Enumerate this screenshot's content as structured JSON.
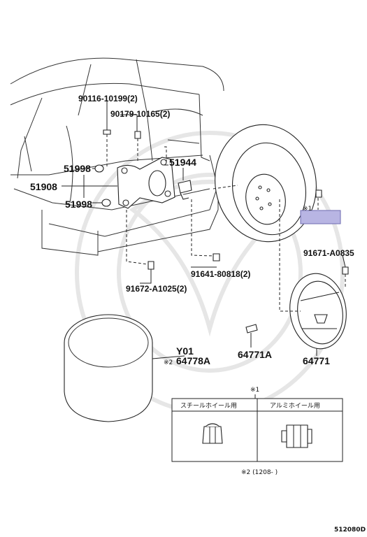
{
  "parts": {
    "p90116": "90116-10199(2)",
    "p90179": "90179-10165(2)",
    "p51998a": "51998",
    "p51944": "51944",
    "p51908": "51908",
    "p51998b": "51998",
    "p91641": "91641-80818(2)",
    "p91672": "91672-A1025(2)",
    "p91671": "91671-A0835",
    "y01": "Y01",
    "p64778A": "64778A",
    "p64771A": "64771A",
    "p64771": "64771"
  },
  "notes": {
    "mark1_tire": "※1",
    "mark2_cover": "※2",
    "table_mark": "※1",
    "footnote": "※2 (1208-      )"
  },
  "nut_table": {
    "col1_header": "スチールホイール用",
    "col2_header": "アルミホイール用"
  },
  "diagram_code": "512080D"
}
